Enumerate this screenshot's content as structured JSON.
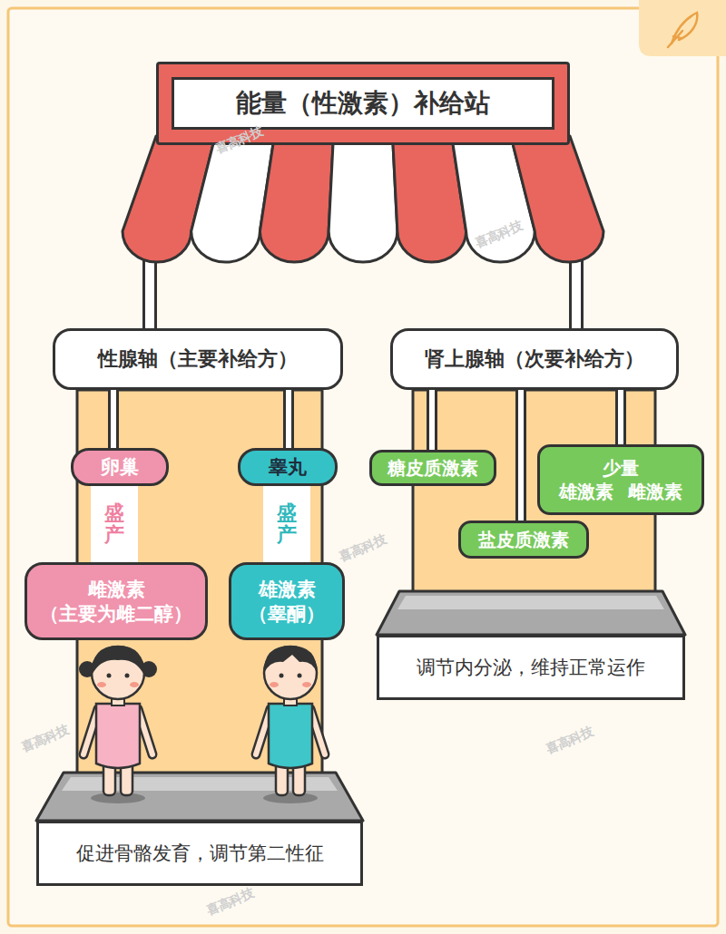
{
  "diagram": {
    "nodes": [
      {
        "text": [
          "能量（性激素）补给站"
        ]
      },
      {
        "text": [
          "性腺轴（主要补给方）"
        ]
      },
      {
        "text": [
          "肾上腺轴（次要补给方）"
        ]
      },
      {
        "text": [
          "卵巢"
        ]
      },
      {
        "text": [
          "盛产"
        ]
      },
      {
        "text": [
          "雌激素",
          "（主要为雌二醇）"
        ]
      },
      {
        "text": [
          "睾丸"
        ]
      },
      {
        "text": [
          "盛产"
        ]
      },
      {
        "text": [
          "雄激素",
          "（睾酮）"
        ]
      },
      {
        "text": [
          "糖皮质激素"
        ]
      },
      {
        "text": [
          "少量",
          "雄激素 雌激素"
        ]
      },
      {
        "text": [
          "盐皮质激素"
        ]
      },
      {
        "text": [
          "促进骨骼发育，调节第二性征"
        ]
      },
      {
        "text": [
          "调节内分泌，维持正常运作"
        ]
      }
    ],
    "edges": [
      {
        "from": 0,
        "to": 1,
        "arrow": "none"
      },
      {
        "from": 0,
        "to": 2,
        "arrow": "none"
      },
      {
        "from": 1,
        "to": 3,
        "arrow": "none"
      },
      {
        "from": 1,
        "to": 6,
        "arrow": "none"
      },
      {
        "from": 2,
        "to": 9,
        "arrow": "none"
      },
      {
        "from": 2,
        "to": 11,
        "arrow": "none"
      },
      {
        "from": 2,
        "to": 10,
        "arrow": "none"
      }
    ],
    "labels": [
      "喜高科技",
      "喜高科技",
      "喜高科技",
      "喜高科技",
      "喜高科技",
      "喜高科技"
    ]
  }
}
